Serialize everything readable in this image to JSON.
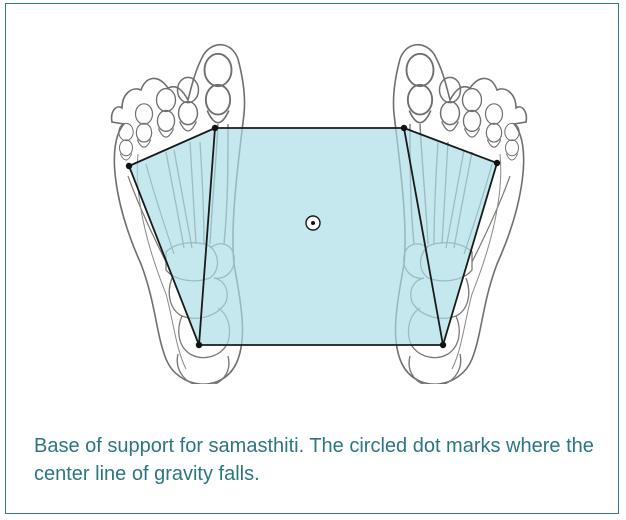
{
  "figure": {
    "caption": "Base of support for samasthiti. The circled dot marks where the center line of gravity falls.",
    "colors": {
      "frame": "#2f7e86",
      "base_fill": "#a9dbe6",
      "outline": "#1a1a1a",
      "sketch": "#6f6f6f",
      "caption": "#2b7781"
    },
    "icons": [
      "left-foot-skeleton",
      "right-foot-skeleton",
      "center-of-gravity-marker"
    ]
  }
}
